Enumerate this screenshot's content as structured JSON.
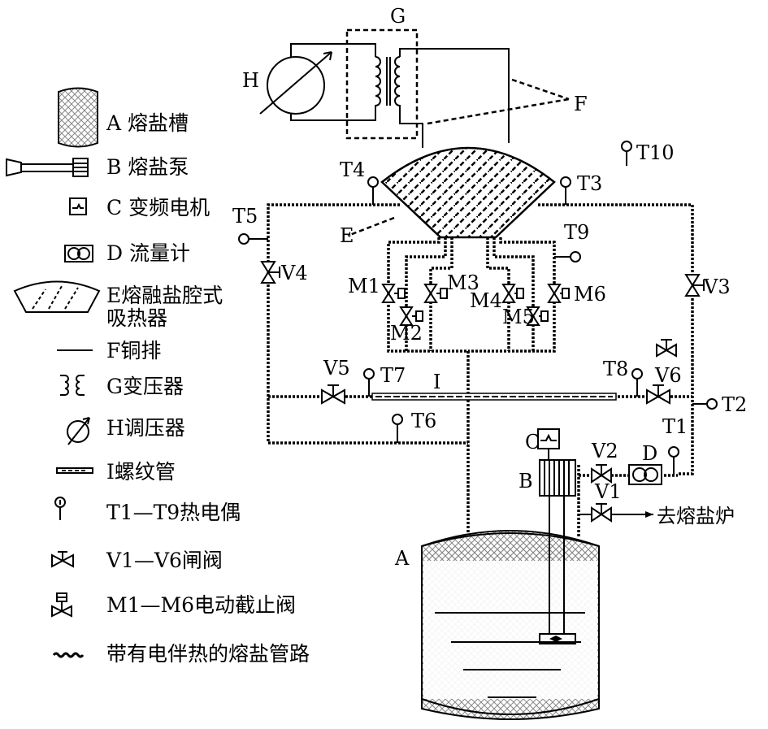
{
  "legend": [
    {
      "symbol": "tank-icon",
      "label": "A 熔盐槽"
    },
    {
      "symbol": "pump-icon",
      "label": "B 熔盐泵"
    },
    {
      "symbol": "motor-icon",
      "label": "C 变频电机"
    },
    {
      "symbol": "flowmeter-icon",
      "label": "D 流量计"
    },
    {
      "symbol": "receiver-icon",
      "label": "E熔融盐腔式"
    },
    {
      "symbol": "",
      "label": "吸热器"
    },
    {
      "symbol": "copper-bar-icon",
      "label": "F铜排"
    },
    {
      "symbol": "transformer-icon",
      "label": "G变压器"
    },
    {
      "symbol": "regulator-icon",
      "label": "H调压器"
    },
    {
      "symbol": "threaded-tube-icon",
      "label": "I螺纹管"
    },
    {
      "symbol": "thermocouple-icon",
      "label": "T1—T9热电偶"
    },
    {
      "symbol": "gate-valve-icon",
      "label": "V1—V6闸阀"
    },
    {
      "symbol": "electric-valve-icon",
      "label": "M1—M6电动截止阀"
    },
    {
      "symbol": "heated-pipe-icon",
      "label": "带有电伴热的熔盐管路"
    }
  ],
  "labels": {
    "A": "A",
    "B": "B",
    "C": "C",
    "D": "D",
    "E": "E",
    "F": "F",
    "G": "G",
    "H": "H",
    "I": "I",
    "T1": "T1",
    "T2": "T2",
    "T3": "T3",
    "T4": "T4",
    "T5": "T5",
    "T6": "T6",
    "T7": "T7",
    "T8": "T8",
    "T9": "T9",
    "T10": "T10",
    "V1": "V1",
    "V2": "V2",
    "V3": "V3",
    "V4": "V4",
    "V5": "V5",
    "V6": "V6",
    "M1": "M1",
    "M2": "M2",
    "M3": "M3",
    "M4": "M4",
    "M5": "M5",
    "M6": "M6",
    "outlet": "去熔盐炉"
  }
}
